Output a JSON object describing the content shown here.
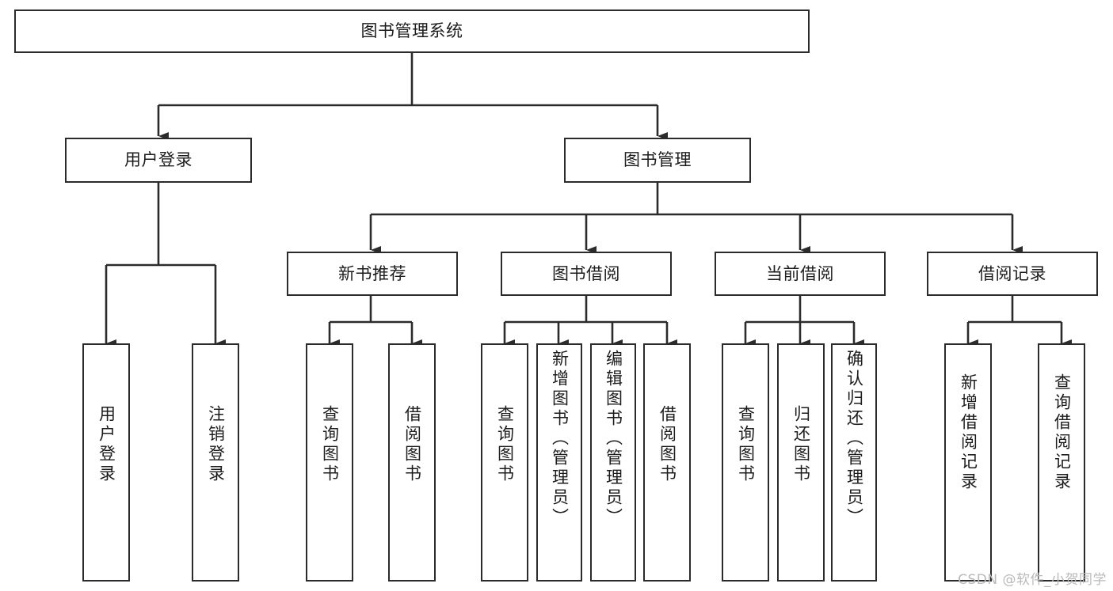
{
  "diagram": {
    "type": "tree-hierarchy-chart",
    "title": "图书管理系统",
    "orientation": "top-down",
    "colors": {
      "box_border": "#2b2b2b",
      "box_fill": "#ffffff",
      "connector": "#2b2b2b",
      "text": "#1c1c1c",
      "watermark": "#b9b9b9",
      "background": "#ffffff"
    },
    "root": {
      "label": "图书管理系统"
    },
    "level2": [
      {
        "label": "用户登录"
      },
      {
        "label": "图书管理"
      }
    ],
    "level3": [
      {
        "label": "新书推荐"
      },
      {
        "label": "图书借阅"
      },
      {
        "label": "当前借阅"
      },
      {
        "label": "借阅记录"
      }
    ],
    "leaves": {
      "user_login": [
        {
          "label": "用户登录"
        },
        {
          "label": "注销登录"
        }
      ],
      "new_book_recommend": [
        {
          "label": "查询图书"
        },
        {
          "label": "借阅图书"
        }
      ],
      "book_borrow": [
        {
          "label": "查询图书"
        },
        {
          "label": "新增图书（管理员）"
        },
        {
          "label": "编辑图书（管理员）"
        },
        {
          "label": "借阅图书"
        }
      ],
      "current_borrow": [
        {
          "label": "查询图书"
        },
        {
          "label": "归还图书"
        },
        {
          "label": "确认归还（管理员）"
        }
      ],
      "borrow_record": [
        {
          "label": "新增借阅记录"
        },
        {
          "label": "查询借阅记录"
        }
      ]
    },
    "watermark": "CSDN @软件_小贺同学"
  }
}
